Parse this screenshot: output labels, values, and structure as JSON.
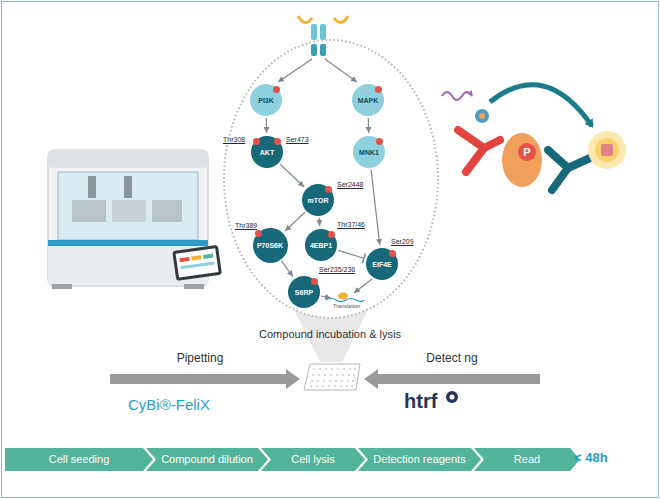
{
  "diagram": {
    "nodes": [
      {
        "text": [
          "PI3K"
        ]
      },
      {
        "text": [
          "MAPK"
        ]
      },
      {
        "text": [
          "AKT"
        ]
      },
      {
        "text": [
          "MNK1"
        ]
      },
      {
        "text": [
          "mTOR"
        ]
      },
      {
        "text": [
          "P70S6K"
        ]
      },
      {
        "text": [
          "4EBP1"
        ]
      },
      {
        "text": [
          "EIF4E"
        ]
      },
      {
        "text": [
          "S6RP"
        ]
      },
      {
        "text": [
          "Cell seeding"
        ]
      },
      {
        "text": [
          "Compound dilution"
        ]
      },
      {
        "text": [
          "Cell lysis"
        ]
      },
      {
        "text": [
          "Detection reagents"
        ]
      },
      {
        "text": [
          "Read"
        ]
      }
    ],
    "edges": [
      {
        "from": 0,
        "to": 2,
        "arrow": "to"
      },
      {
        "from": 2,
        "to": 4,
        "arrow": "to"
      },
      {
        "from": 4,
        "to": 5,
        "arrow": "to"
      },
      {
        "from": 4,
        "to": 6,
        "arrow": "to"
      },
      {
        "from": 5,
        "to": 8,
        "arrow": "to"
      },
      {
        "from": 6,
        "to": 7,
        "arrow": "none"
      },
      {
        "from": 1,
        "to": 3,
        "arrow": "to"
      },
      {
        "from": 3,
        "to": 7,
        "arrow": "to"
      }
    ],
    "labels": [
      "Thr308",
      "Ser473",
      "Ser2448",
      "Thr389",
      "Thr37/46",
      "Ser209",
      "Ser235/236",
      "Translation",
      "Compound incubation & lysis",
      "Pipetting",
      "Detect ng",
      "CyBi®-FeliX",
      "htrf",
      "< 48h",
      "P"
    ]
  }
}
